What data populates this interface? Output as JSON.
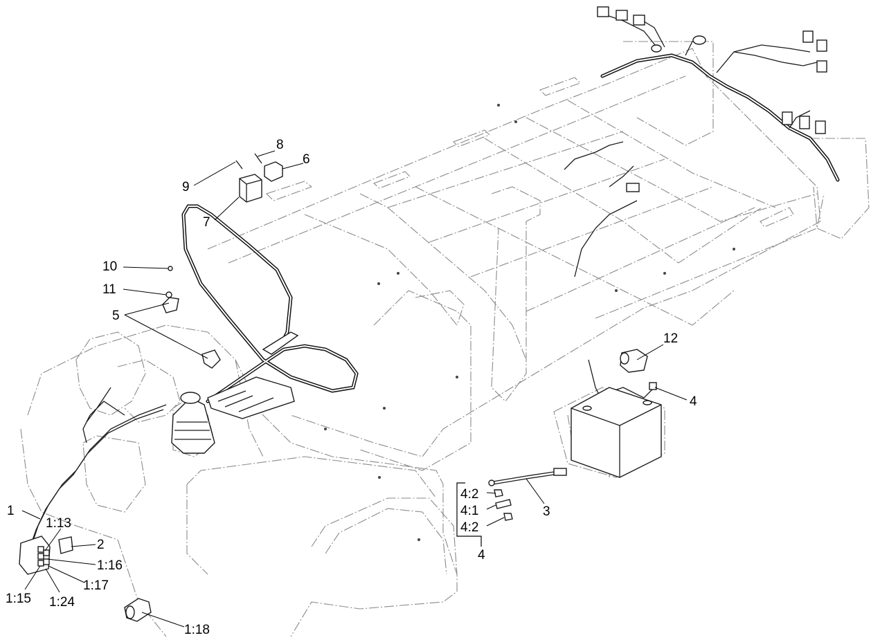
{
  "callouts": {
    "c1": "1",
    "c1_13": "1:13",
    "c2": "2",
    "c1_16": "1:16",
    "c1_17": "1:17",
    "c1_15": "1:15",
    "c1_24": "1:24",
    "c1_18": "1:18",
    "c3": "3",
    "c4_right": "4",
    "c4_group": "4",
    "c4_2_top": "4:2",
    "c4_1": "4:1",
    "c4_2_bottom": "4:2",
    "c5": "5",
    "c6": "6",
    "c7": "7",
    "c8": "8",
    "c9": "9",
    "c10": "10",
    "c11": "11",
    "c12": "12"
  }
}
